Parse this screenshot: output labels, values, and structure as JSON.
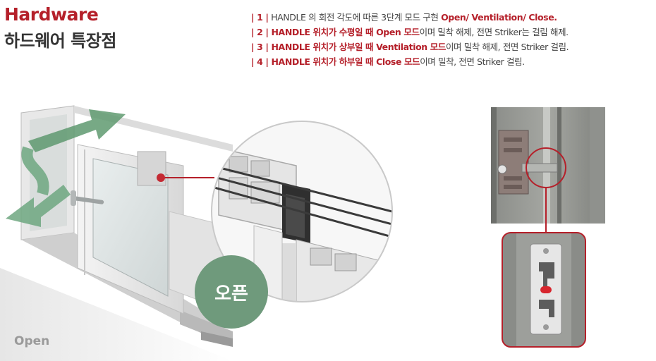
{
  "header": {
    "title": "Hardware",
    "subtitle": "하드웨어 특장점"
  },
  "features": [
    {
      "number": "| 1 |",
      "parts": [
        {
          "text": " HANDLE 의 회전 각도에 따른 3단계 모드 구현 ",
          "style": "light"
        },
        {
          "text": "Open/ Ventilation/ Close.",
          "style": "hl"
        }
      ]
    },
    {
      "number": "| 2 |",
      "parts": [
        {
          "text": " HANDLE 위치가 수평일 때 Open 모드",
          "style": "hl"
        },
        {
          "text": "이며 밀착 해제, 전면 Striker는 걸림 해제.",
          "style": "light"
        }
      ]
    },
    {
      "number": "| 3 |",
      "parts": [
        {
          "text": " HANDLE 위치가 상부일 때 Ventilation 모드",
          "style": "hl"
        },
        {
          "text": "이며 밀착 해제, 전면 Striker 걸림.",
          "style": "light"
        }
      ]
    },
    {
      "number": "| 4 |",
      "parts": [
        {
          "text": " HANDLE 위치가 하부일 때 Close 모드",
          "style": "hl"
        },
        {
          "text": "이며 밀착, 전면 Striker 걸림.",
          "style": "light"
        }
      ]
    }
  ],
  "badge": {
    "label": "오픈"
  },
  "mode_label": "Open",
  "colors": {
    "accent": "#b5202a",
    "badge_bg": "#6f9a7c",
    "arrow_green": "#5f9a70"
  }
}
